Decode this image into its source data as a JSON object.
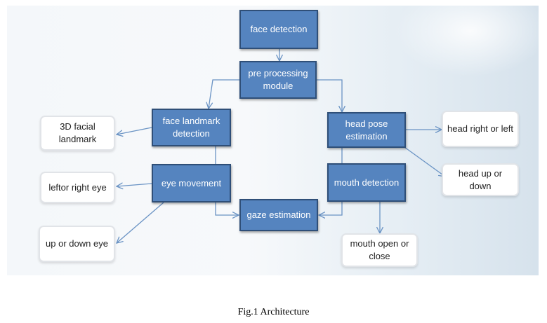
{
  "nodes": {
    "face_detection": "face detection",
    "pre_processing": "pre processing\nmodule",
    "face_landmark": "face landmark\ndetection",
    "head_pose": "head pose\nestimation",
    "eye_movement": "eye movement",
    "mouth_detection": "mouth detection",
    "gaze_estimation": "gaze estimation"
  },
  "outputs": {
    "facial_landmark_3d": "3D facial\nlandmark",
    "left_right_eye": "leftor right eye",
    "up_down_eye": "up or down eye",
    "head_right_left": "head right or left",
    "head_up_down": "head up or\ndown",
    "mouth_open_close": "mouth open or\nclose"
  },
  "colors": {
    "node_fill": "#5584bf",
    "node_border": "#2f4f78",
    "connector": "#6a93c4"
  },
  "caption": "Fig.1 Architecture"
}
